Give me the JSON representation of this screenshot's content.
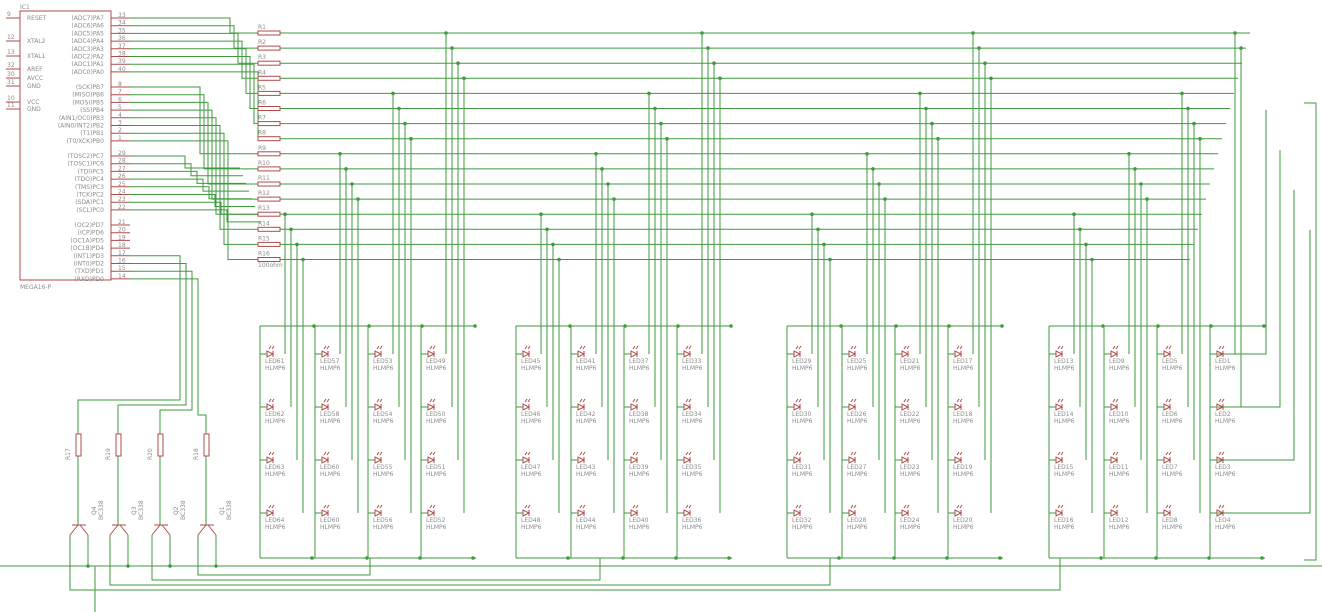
{
  "ic": {
    "ref": "IC1",
    "part": "MEGA16-P",
    "left_pins": [
      {
        "num": "9",
        "name": "RESET"
      },
      {
        "num": "12",
        "name": "XTAL2"
      },
      {
        "num": "13",
        "name": "XTAL1"
      },
      {
        "num": "32",
        "name": "AREF"
      },
      {
        "num": "30",
        "name": "AVCC"
      },
      {
        "num": "31",
        "name": "GND"
      },
      {
        "num": "10",
        "name": "VCC"
      },
      {
        "num": "11",
        "name": "GND"
      }
    ],
    "right_pins": [
      {
        "num": "33",
        "name": "(ADC7)PA7"
      },
      {
        "num": "34",
        "name": "(ADC6)PA6"
      },
      {
        "num": "35",
        "name": "(ADC5)PA5"
      },
      {
        "num": "36",
        "name": "(ADC4)PA4"
      },
      {
        "num": "37",
        "name": "(ADC3)PA3"
      },
      {
        "num": "38",
        "name": "(ADC2)PA2"
      },
      {
        "num": "39",
        "name": "(ADC1)PA1"
      },
      {
        "num": "40",
        "name": "(ADC0)PA0"
      },
      {
        "num": "8",
        "name": "(SCK)PB7"
      },
      {
        "num": "7",
        "name": "(MISO)PB6"
      },
      {
        "num": "6",
        "name": "(MOSI)PB5"
      },
      {
        "num": "5",
        "name": "(SS)PB4"
      },
      {
        "num": "4",
        "name": "(AIN1/OC0)PB3"
      },
      {
        "num": "3",
        "name": "(AIN0/INT2)PB2"
      },
      {
        "num": "2",
        "name": "(T1)PB1"
      },
      {
        "num": "1",
        "name": "(T0/XCK)PB0"
      },
      {
        "num": "29",
        "name": "(TOSC2)PC7"
      },
      {
        "num": "28",
        "name": "(TOSC1)PC6"
      },
      {
        "num": "27",
        "name": "(TDI)PC5"
      },
      {
        "num": "26",
        "name": "(TDO)PC4"
      },
      {
        "num": "25",
        "name": "(TMS)PC3"
      },
      {
        "num": "24",
        "name": "(TCK)PC2"
      },
      {
        "num": "23",
        "name": "(SDA)PC1"
      },
      {
        "num": "22",
        "name": "(SCL)PC0"
      },
      {
        "num": "21",
        "name": "(OC2)PD7"
      },
      {
        "num": "20",
        "name": "(ICP)PD6"
      },
      {
        "num": "19",
        "name": "(OC1A)PD5"
      },
      {
        "num": "18",
        "name": "(OC1B)PD4"
      },
      {
        "num": "17",
        "name": "(INT1)PD3"
      },
      {
        "num": "16",
        "name": "(INT0)PD2"
      },
      {
        "num": "15",
        "name": "(TXD)PD1"
      },
      {
        "num": "14",
        "name": "(RXD)PD0"
      }
    ]
  },
  "resistors": [
    "R1",
    "R2",
    "R3",
    "R4",
    "R5",
    "R6",
    "R7",
    "R8",
    "R9",
    "R10",
    "R11",
    "R12",
    "R13",
    "R14",
    "R15",
    "R16"
  ],
  "resistor_value": "100ohm",
  "led_part": "HLMP6",
  "led_groups": [
    [
      [
        "LED61",
        "LED57",
        "LED53",
        "LED49"
      ],
      [
        "LED62",
        "LED58",
        "LED54",
        "LED50"
      ],
      [
        "LED63",
        "LED60",
        "LED55",
        "LED51"
      ],
      [
        "LED64",
        "LED60",
        "LED56",
        "LED52"
      ]
    ],
    [
      [
        "LED45",
        "LED41",
        "LED37",
        "LED33"
      ],
      [
        "LED46",
        "LED42",
        "LED38",
        "LED34"
      ],
      [
        "LED47",
        "LED43",
        "LED39",
        "LED35"
      ],
      [
        "LED48",
        "LED44",
        "LED40",
        "LED36"
      ]
    ],
    [
      [
        "LED29",
        "LED25",
        "LED21",
        "LED17"
      ],
      [
        "LED30",
        "LED26",
        "LED22",
        "LED18"
      ],
      [
        "LED31",
        "LED27",
        "LED23",
        "LED19"
      ],
      [
        "LED32",
        "LED28",
        "LED24",
        "LED20"
      ]
    ],
    [
      [
        "LED13",
        "LED9",
        "LED5",
        "LED1"
      ],
      [
        "LED14",
        "LED10",
        "LED6",
        "LED2"
      ],
      [
        "LED15",
        "LED11",
        "LED7",
        "LED3"
      ],
      [
        "LED16",
        "LED12",
        "LED8",
        "LED4"
      ]
    ]
  ],
  "base_resistors": [
    "R17",
    "R19",
    "R20",
    "R18"
  ],
  "transistors": [
    {
      "ref": "Q4",
      "part": "BC338"
    },
    {
      "ref": "Q3",
      "part": "BC338"
    },
    {
      "ref": "Q2",
      "part": "BC338"
    },
    {
      "ref": "Q1",
      "part": "BC338"
    }
  ]
}
